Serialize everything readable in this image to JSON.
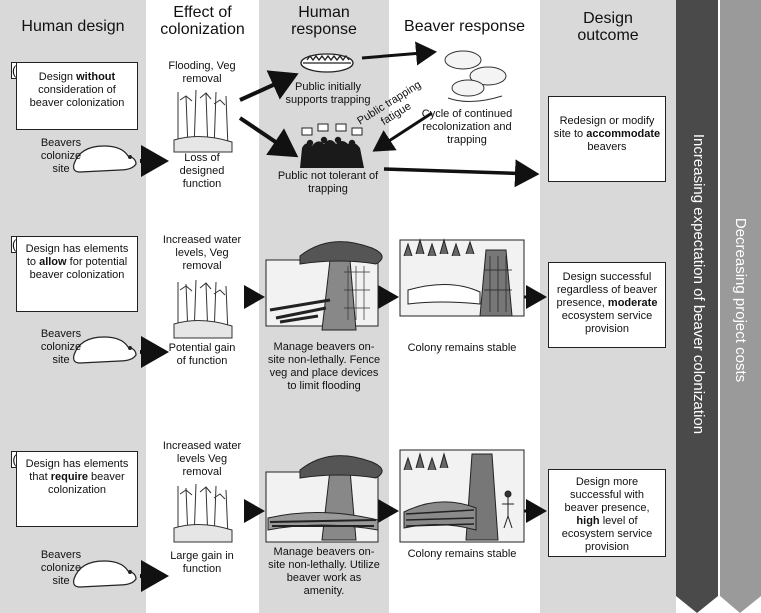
{
  "colors": {
    "column_gray": "#d9d9d9",
    "band_dark": "#4a4a4a",
    "band_light": "#9a9a9a"
  },
  "headers": {
    "human_design": "Human design",
    "effect_1": "Effect of",
    "effect_2": "colonization",
    "human_resp_1": "Human",
    "human_resp_2": "response",
    "beaver_response": "Beaver response",
    "outcome_1": "Design",
    "outcome_2": "outcome"
  },
  "bands": {
    "expectation": "Increasing expectation of beaver colonization",
    "costs": "Decreasing project costs"
  },
  "rows": {
    "a": {
      "tag": "(a)",
      "design_pre": "Design ",
      "design_bold": "without",
      "design_post": " consideration of beaver colonization",
      "beavers_colonize": "Beavers colonize site",
      "effect_top": "Flooding, Veg removal",
      "effect_bottom": "Loss of designed function",
      "public_supports": "Public initially supports trapping",
      "public_not_tolerant": "Public not tolerant of trapping",
      "fatigue": "Public trapping fatigue",
      "cycle": "Cycle of continued recolonization and trapping",
      "outcome_pre": "Redesign or modify site to ",
      "outcome_bold": "accommodate",
      "outcome_post": " beavers"
    },
    "b": {
      "tag": "(b)",
      "design_pre": "Design has elements to ",
      "design_bold": "allow",
      "design_post": " for potential beaver colonization",
      "beavers_colonize": "Beavers colonize site",
      "effect_top": "Increased water levels, Veg removal",
      "effect_bottom": "Potential gain of function",
      "human": "Manage beavers on-site non-lethally. Fence veg and place devices to limit flooding",
      "beaver": "Colony remains stable",
      "outcome_pre": "Design successful regardless of beaver presence, ",
      "outcome_bold": "moderate",
      "outcome_post": " ecosystem service provision"
    },
    "c": {
      "tag": "(c)",
      "design_pre": "Design has elements that ",
      "design_bold": "require",
      "design_post": " beaver colonization",
      "beavers_colonize": "Beavers colonize site",
      "effect_top": "Increased water levels Veg removal",
      "effect_bottom": "Large gain in function",
      "human": "Manage beavers on-site non-lethally. Utilize beaver work as amenity.",
      "beaver": "Colony remains stable",
      "outcome_pre": "Design more successful with beaver presence, ",
      "outcome_bold": "high",
      "outcome_post": " level of ecosystem service provision"
    }
  }
}
